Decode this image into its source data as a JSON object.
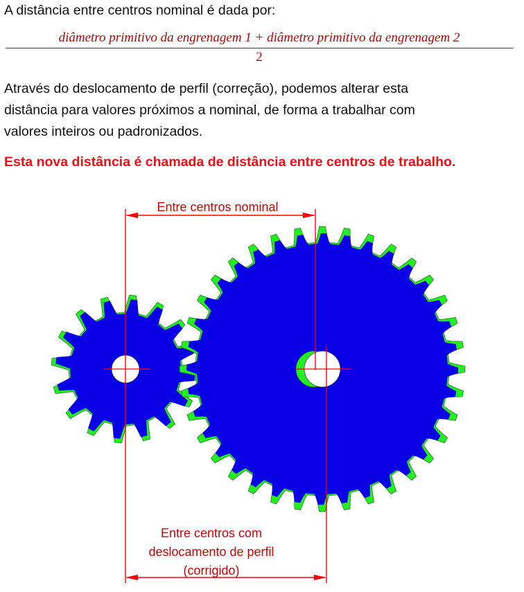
{
  "intro": "A distância entre centros nominal é dada por:",
  "formula": {
    "numerator": "diâmetro primitivo da engrenagem 1 + diâmetro primitivo da engrenagem 2",
    "denominator": "2"
  },
  "paragraph": [
    "Através do deslocamento de perfil (correção), podemos alterar esta",
    "distância para valores próximos a nominal, de forma a trabalhar com",
    "valores inteiros ou padronizados."
  ],
  "highlight": "Esta nova distância é chamada de distância entre centros de trabalho.",
  "diagram": {
    "label_top": "Entre centros nominal",
    "label_bottom": [
      "Entre centros com",
      "deslocamento de perfil",
      "(corrigido)"
    ],
    "colors": {
      "gear_body": "#0a00e6",
      "tooth_tip": "#22ee22",
      "dimension_line": "#ff0000",
      "label_text": "#d40000",
      "highlight_text": "#ee1111",
      "formula_text": "#c00000"
    },
    "small_gear": {
      "teeth": 16
    },
    "large_gear": {
      "teeth": 36
    }
  }
}
